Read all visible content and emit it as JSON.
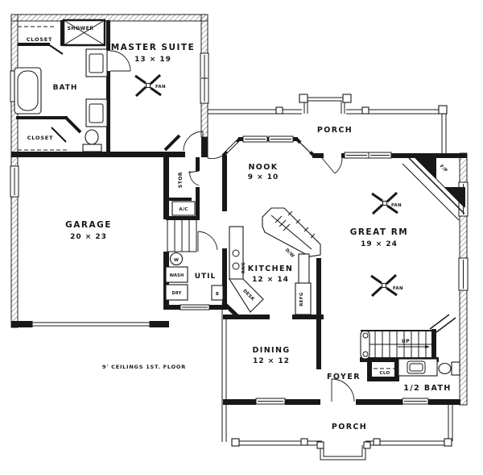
{
  "plan": {
    "note": "9' CEILINGS 1ST. FLOOR",
    "rooms": {
      "master_suite": {
        "name": "MASTER SUITE",
        "dims": "13 × 19"
      },
      "bath": {
        "name": "BATH"
      },
      "closet_upper": {
        "name": "CLOSET"
      },
      "closet_lower": {
        "name": "CLOSET"
      },
      "shower": {
        "name": "SHOWER"
      },
      "garage": {
        "name": "GARAGE",
        "dims": "20 × 23"
      },
      "storage": {
        "name": "STOR"
      },
      "utility": {
        "name": "UTIL"
      },
      "kitchen": {
        "name": "KITCHEN",
        "dims": "12 × 14"
      },
      "nook": {
        "name": "NOOK",
        "dims": "9 × 10"
      },
      "great_room": {
        "name": "GREAT RM",
        "dims": "19 × 24"
      },
      "dining": {
        "name": "DINING",
        "dims": "12 × 12"
      },
      "foyer": {
        "name": "FOYER"
      },
      "half_bath": {
        "name": "1/2 BATH"
      },
      "closet_foyer": {
        "name": "CLO"
      },
      "porch_rear": {
        "name": "PORCH"
      },
      "porch_front": {
        "name": "PORCH"
      }
    },
    "fixtures": {
      "ac": "A/C",
      "washer": "WASH",
      "dryer": "DRY",
      "water_heater": "W",
      "broom_closet": "B",
      "range": "RNG",
      "dishwasher": "D/W",
      "desk": "DESK",
      "refrigerator": "REFG",
      "fireplace": "F/P",
      "fan": "FAN",
      "stairs_up": "UP"
    },
    "colors": {
      "line": "#181818",
      "background": "#ffffff"
    }
  }
}
